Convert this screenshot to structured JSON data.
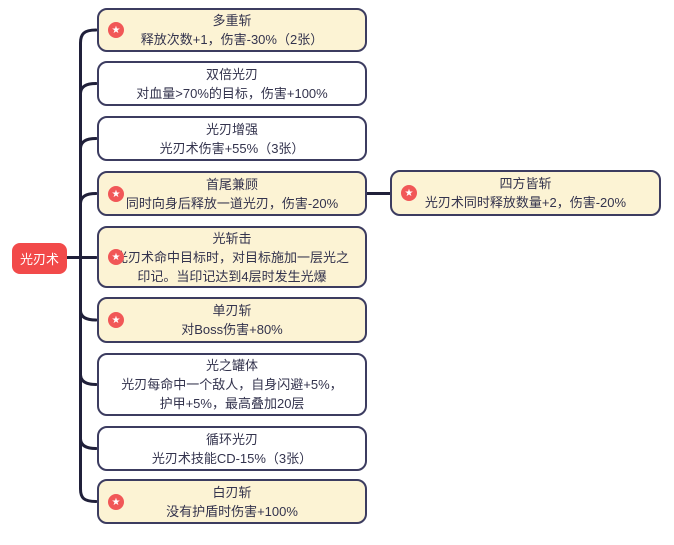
{
  "root": {
    "label": "光刃术"
  },
  "icons": {
    "star": "★"
  },
  "colors": {
    "root_bg": "#f24a4a",
    "card_yellow_bg": "#fcf3d4",
    "card_white_bg": "#ffffff",
    "card_border": "#3c3c60",
    "connector": "#20203a",
    "star_bg": "#f15757",
    "text": "#33334d",
    "root_text": "#ffffff"
  },
  "nodes": [
    {
      "title": "多重斩",
      "desc": "释放次数+1，伤害-30%（2张）",
      "starred": true
    },
    {
      "title": "双倍光刃",
      "desc": "对血量>70%的目标，伤害+100%",
      "starred": false
    },
    {
      "title": "光刃增强",
      "desc": "光刃术伤害+55%（3张）",
      "starred": false
    },
    {
      "title": "首尾兼顾",
      "desc": "同时向身后释放一道光刃，伤害-20%",
      "starred": true,
      "child": {
        "title": "四方皆斩",
        "desc": "光刃术同时释放数量+2，伤害-20%",
        "starred": true
      }
    },
    {
      "title": "光斩击",
      "desc": "光刃术命中目标时，对目标施加一层光之印记。当印记达到4层时发生光爆",
      "starred": true
    },
    {
      "title": "单刃斩",
      "desc": "对Boss伤害+80%",
      "starred": true
    },
    {
      "title": "光之罐体",
      "desc": "光刃每命中一个敌人，自身闪避+5%，护甲+5%，最高叠加20层",
      "starred": false
    },
    {
      "title": "循环光刃",
      "desc": "光刃术技能CD-15%（3张）",
      "starred": false
    },
    {
      "title": "白刃斩",
      "desc": "没有护盾时伤害+100%",
      "starred": true
    }
  ]
}
